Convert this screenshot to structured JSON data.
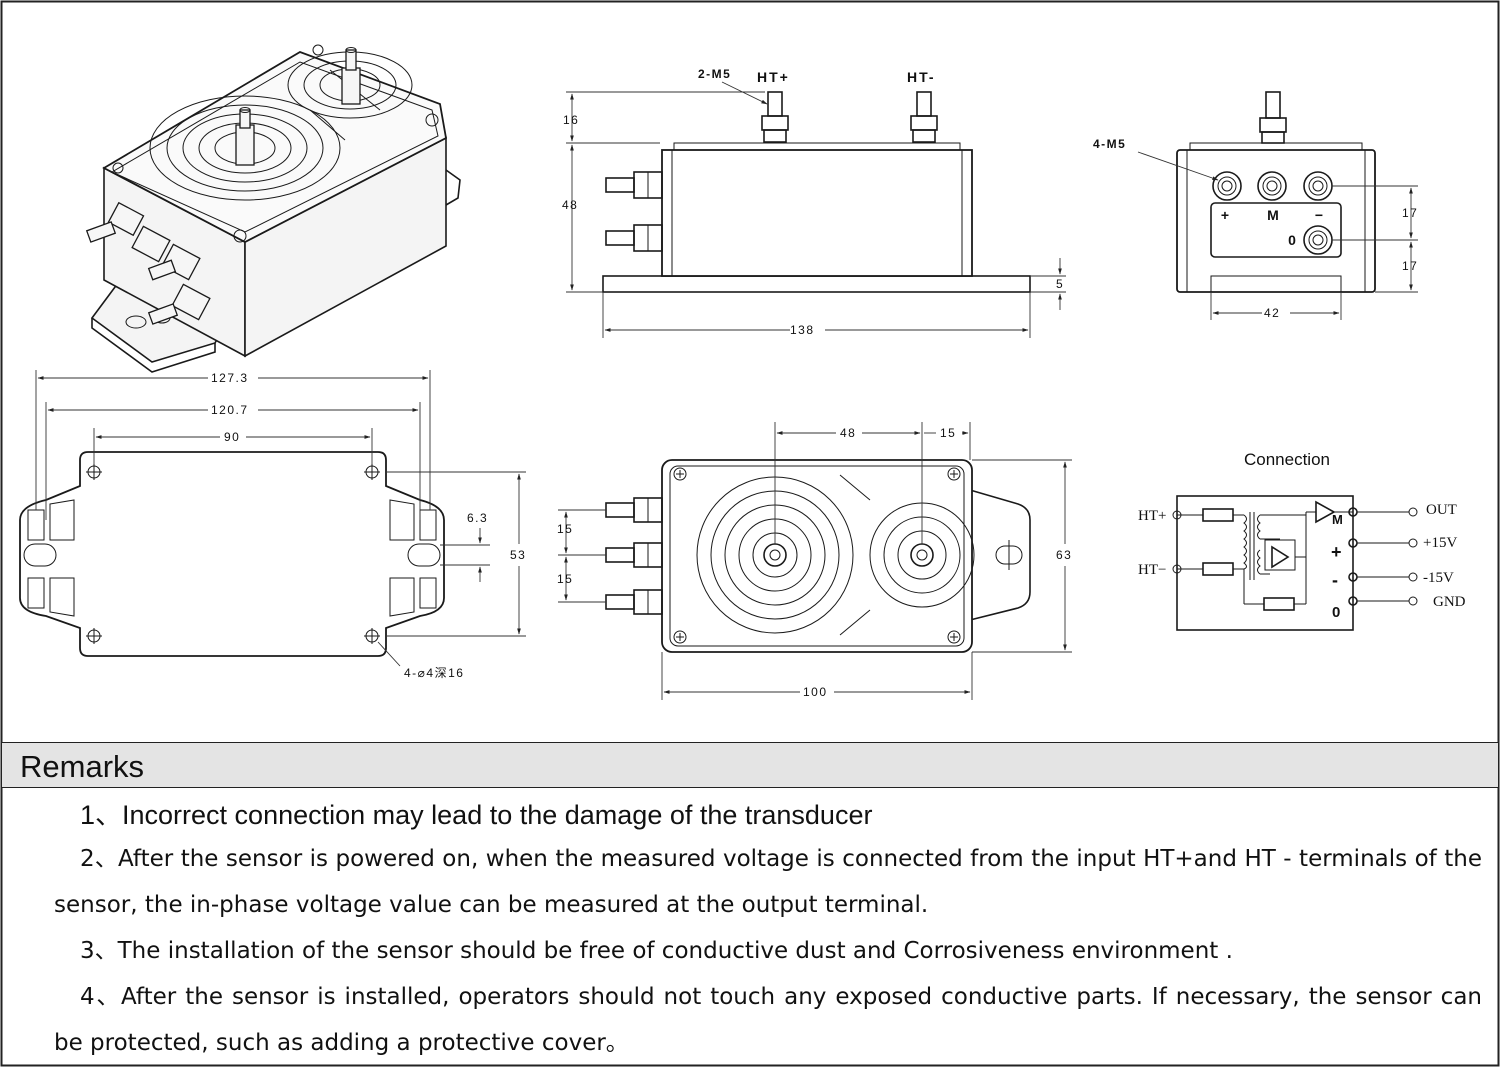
{
  "drawing": {
    "side_view": {
      "terminal_label": "2-M5",
      "ht_plus": "HT+",
      "ht_minus": "HT-",
      "dim_16": "16",
      "dim_48": "48",
      "dim_5": "5",
      "dim_138": "138"
    },
    "end_view": {
      "terminal_label": "4-M5",
      "plus": "+",
      "m": "M",
      "minus": "−",
      "zero": "0",
      "dim_17a": "17",
      "dim_17b": "17",
      "dim_42": "42"
    },
    "bottom_view": {
      "dim_127_3": "127.3",
      "dim_120_7": "120.7",
      "dim_90": "90",
      "dim_6_3": "6.3",
      "dim_53": "53",
      "hole_label": "4-⌀4深16"
    },
    "top_view": {
      "dim_48": "48",
      "dim_15_top": "15",
      "dim_15_a": "15",
      "dim_15_b": "15",
      "dim_63": "63",
      "dim_100": "100"
    },
    "connection": {
      "title": "Connection",
      "ht_plus": "HT+",
      "ht_minus": "HT−",
      "out": "OUT",
      "plus15": "+15V",
      "minus15": "-15V",
      "gnd": "GND",
      "m": "M",
      "plus": "+",
      "minus": "-",
      "zero": "0"
    }
  },
  "remarks": {
    "title": "Remarks",
    "items": [
      "1、Incorrect connection may lead to the damage of the transducer",
      "2、After the sensor is powered on, when the measured voltage is connected from the input HT+and HT - terminals of the sensor, the in-phase voltage value can be measured at the output terminal.",
      "3、The installation of the sensor should be free of conductive dust and Corrosiveness environment .",
      "4、After the sensor is installed, operators should not touch any exposed conductive parts. If necessary, the sensor can be protected, such as adding a protective cover。"
    ]
  }
}
